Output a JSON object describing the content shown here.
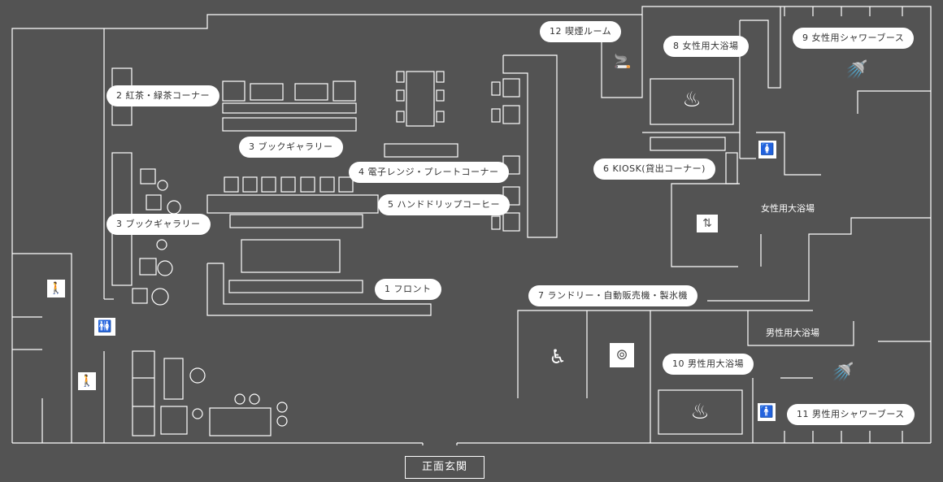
{
  "title": "",
  "entrance": "正面玄関",
  "labels": {
    "l1": "1 フロント",
    "l2": "2 紅茶・緑茶コーナー",
    "l3a": "3 ブックギャラリー",
    "l3b": "3 ブックギャラリー",
    "l4": "4 電子レンジ・プレートコーナー",
    "l5": "5 ハンドドリップコーヒー",
    "l6": "6 KIOSK(貸出コーナー)",
    "l7": "7 ランドリー・自動販売機・製氷機",
    "l8": "8 女性用大浴場",
    "l9": "9 女性用シャワーブース",
    "l10": "10 男性用大浴場",
    "l11": "11 男性用シャワーブース",
    "l12": "12 喫煙ルーム"
  },
  "plain": {
    "women_bath": "女性用大浴場",
    "men_bath": "男性用大浴場"
  },
  "icons": {
    "restroom_symbol": "🚻",
    "female": "🚺",
    "male": "🚹",
    "person": "🚶",
    "wheelchair": "♿",
    "elevator": "⇅",
    "smoking": "🚬",
    "onsen": "♨",
    "shower": "🚿",
    "washer": "⊚"
  },
  "colors": {
    "background": "#535353",
    "line": "#ffffff",
    "label_bg": "#ffffff",
    "label_text": "#333333"
  }
}
